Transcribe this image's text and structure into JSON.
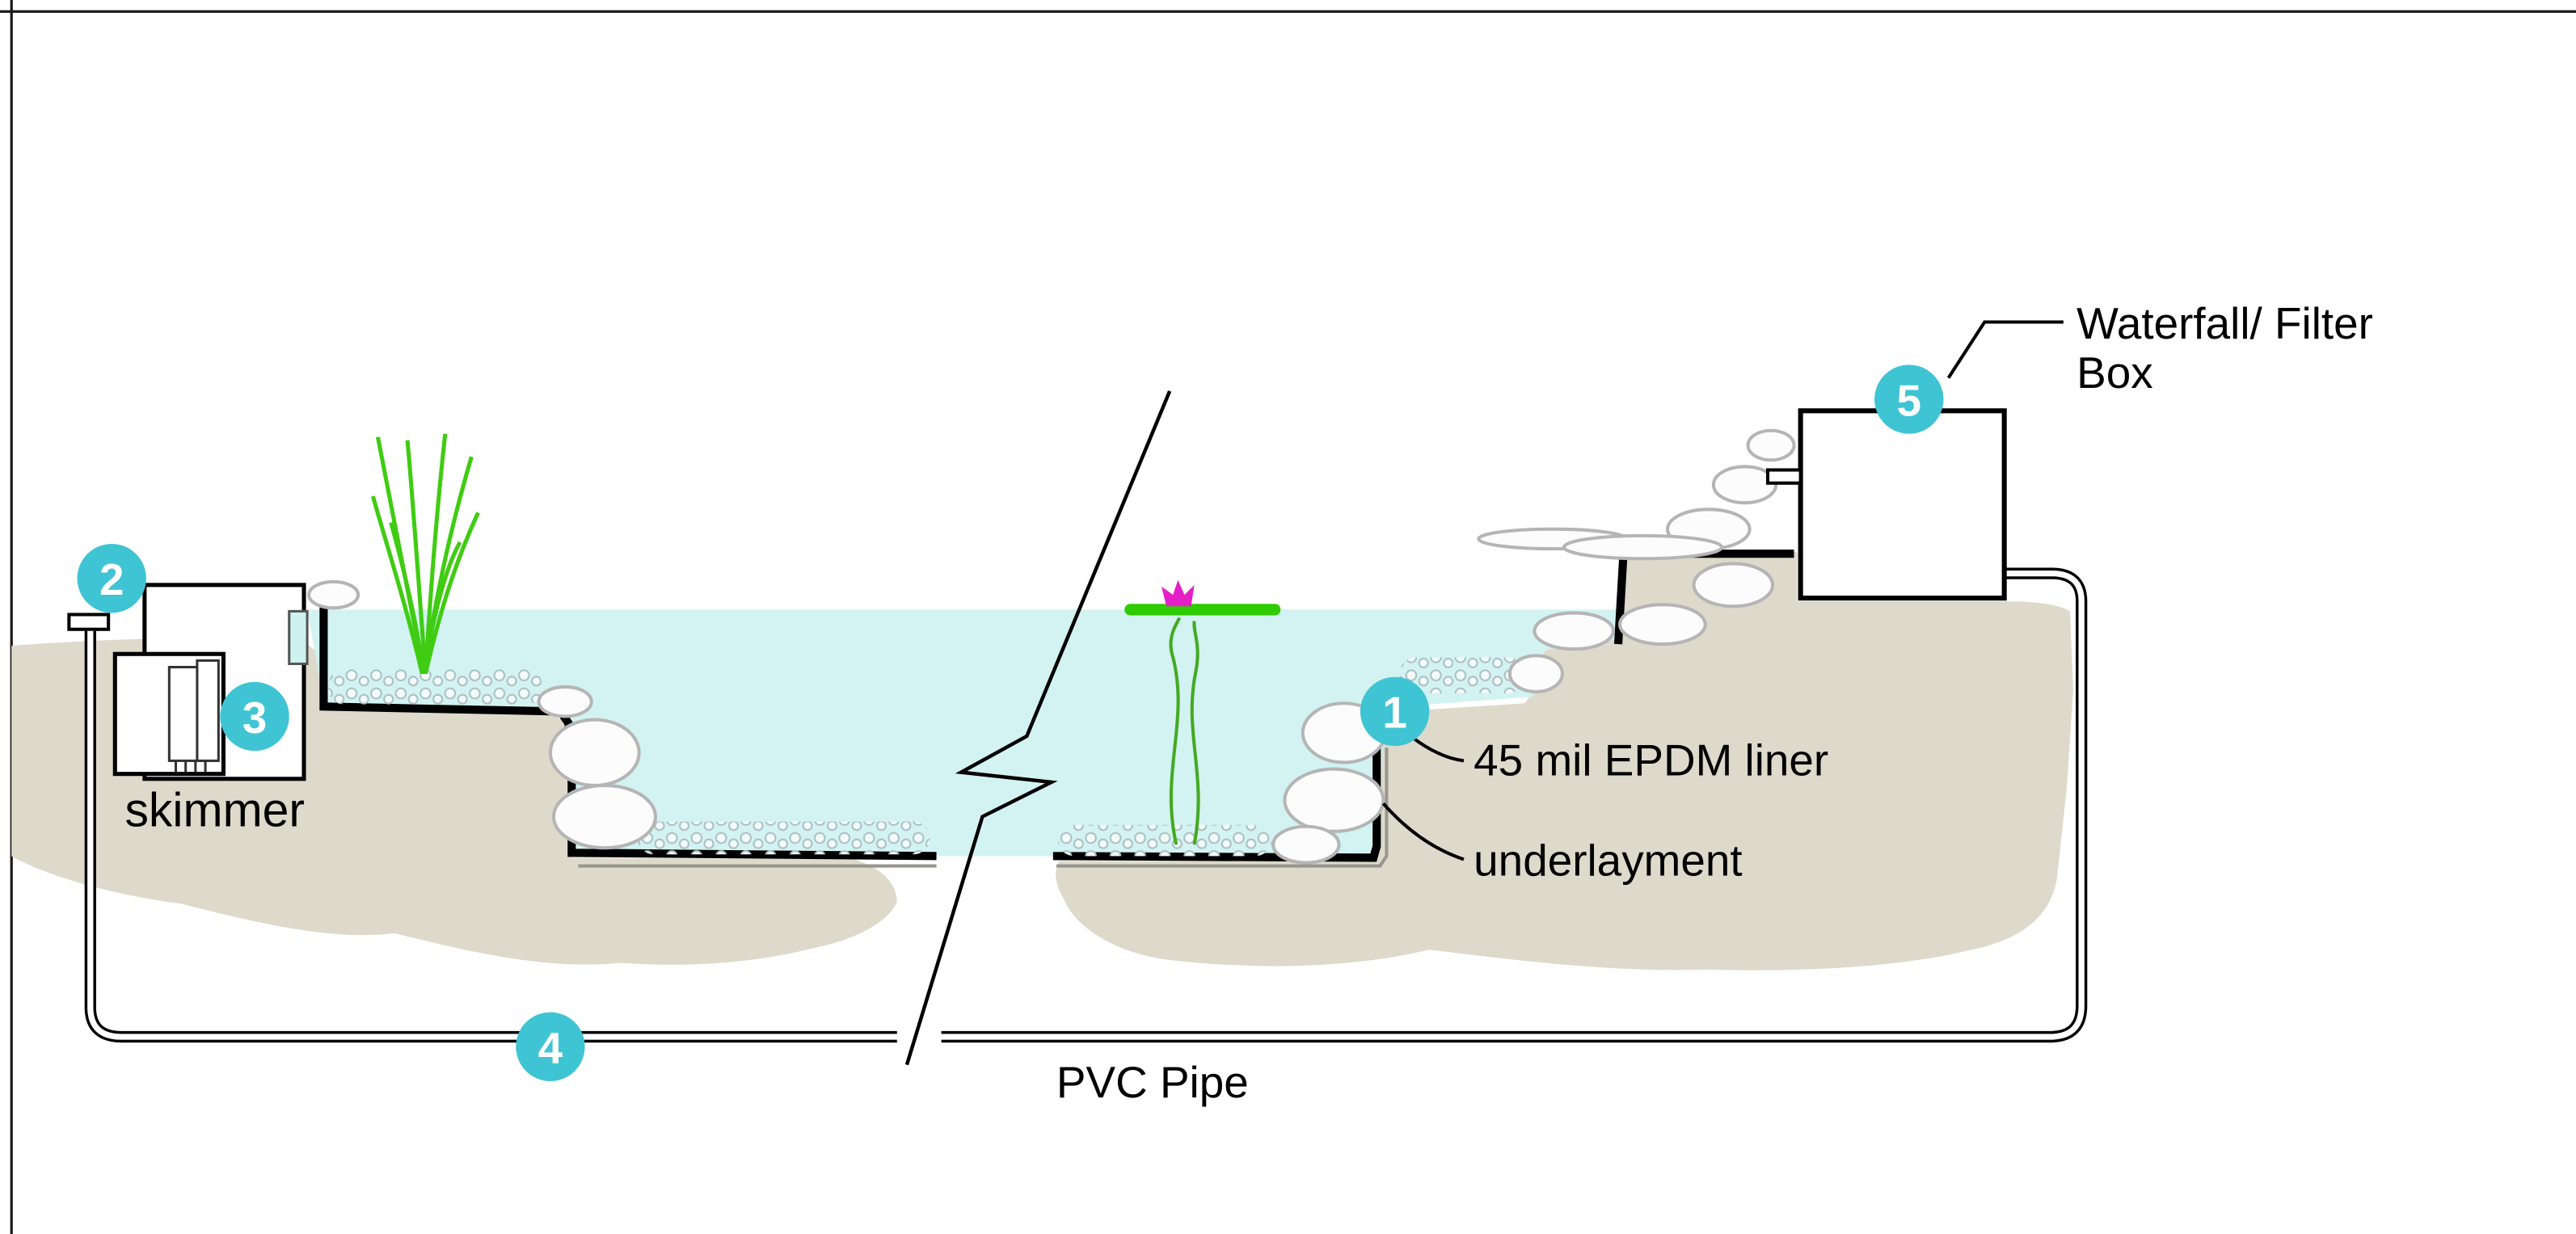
{
  "labels": {
    "waterfall_box_line1": "Waterfall/ Filter",
    "waterfall_box_line2": "Box",
    "skimmer": "skimmer",
    "epdm_liner": "45 mil EPDM liner",
    "underlayment": "underlayment",
    "pvc_pipe": "PVC Pipe"
  },
  "callouts": [
    {
      "number": "1"
    },
    {
      "number": "2"
    },
    {
      "number": "3"
    },
    {
      "number": "4"
    },
    {
      "number": "5"
    }
  ],
  "colors": {
    "callout_teal": "#3FC4D4",
    "water": "#CDF2F0",
    "ground": "#DEDACB",
    "plant_green": "#3FCC12",
    "lily_green": "#2ECC00",
    "flower_magenta": "#E61EC8",
    "rock_gray": "#B5B5B5",
    "line_black": "#000000"
  }
}
